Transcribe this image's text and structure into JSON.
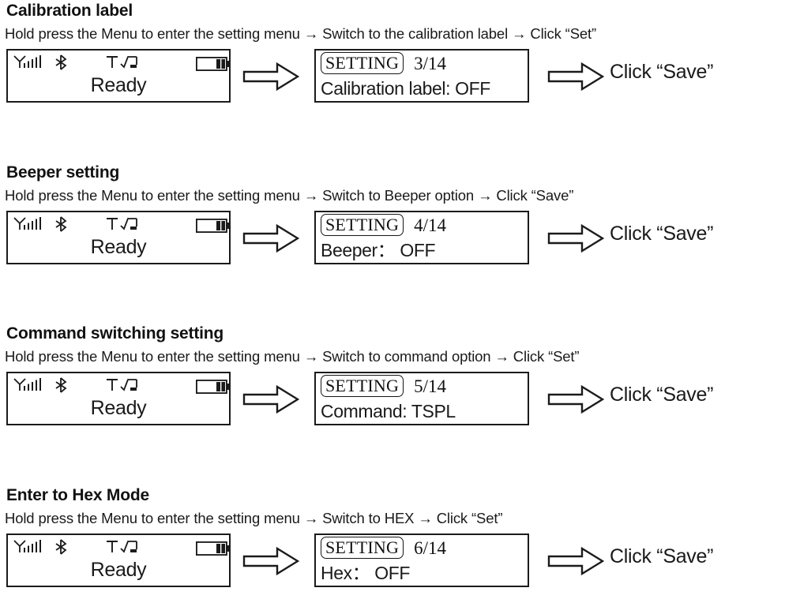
{
  "status_bar": {
    "icons": [
      "signal-icon",
      "bluetooth-icon",
      "transfer-note-icon",
      "battery-icon"
    ],
    "transfer_label": "T"
  },
  "printer_idle_text": "Ready",
  "setting_badge_label": "SETTING",
  "arrow_symbol": "→",
  "sections": [
    {
      "title": "Calibration label",
      "steps": "Hold press the Menu to enter the setting menu → Switch to the calibration label → Click “Set”",
      "lcd_left": {
        "ready": "Ready"
      },
      "lcd_right": {
        "badge": "SETTING",
        "page": "3/14",
        "value": "Calibration label: OFF"
      },
      "action": "Click “Save”"
    },
    {
      "title": "Beeper setting",
      "steps": "Hold press the Menu to enter the setting menu → Switch to Beeper option → Click “Save”",
      "lcd_left": {
        "ready": "Ready"
      },
      "lcd_right": {
        "badge": "SETTING",
        "page": "4/14",
        "value": "Beeper： OFF"
      },
      "action": "Click “Save”"
    },
    {
      "title": "Command switching setting",
      "steps": "Hold press the Menu to enter the setting menu → Switch to command option → Click “Set”",
      "lcd_left": {
        "ready": "Ready"
      },
      "lcd_right": {
        "badge": "SETTING",
        "page": "5/14",
        "value": "Command: TSPL"
      },
      "action": "Click “Save”"
    },
    {
      "title": "Enter to Hex Mode",
      "steps": "Hold press the Menu to enter the setting menu → Switch to HEX → Click “Set”",
      "lcd_left": {
        "ready": "Ready"
      },
      "lcd_right": {
        "badge": "SETTING",
        "page": "6/14",
        "value": "Hex： OFF"
      },
      "action": "Click “Save”"
    }
  ],
  "colors": {
    "ink": "#1a1a1a",
    "page_background": "#ffffff",
    "lcd_border": "#1b1b1b"
  }
}
